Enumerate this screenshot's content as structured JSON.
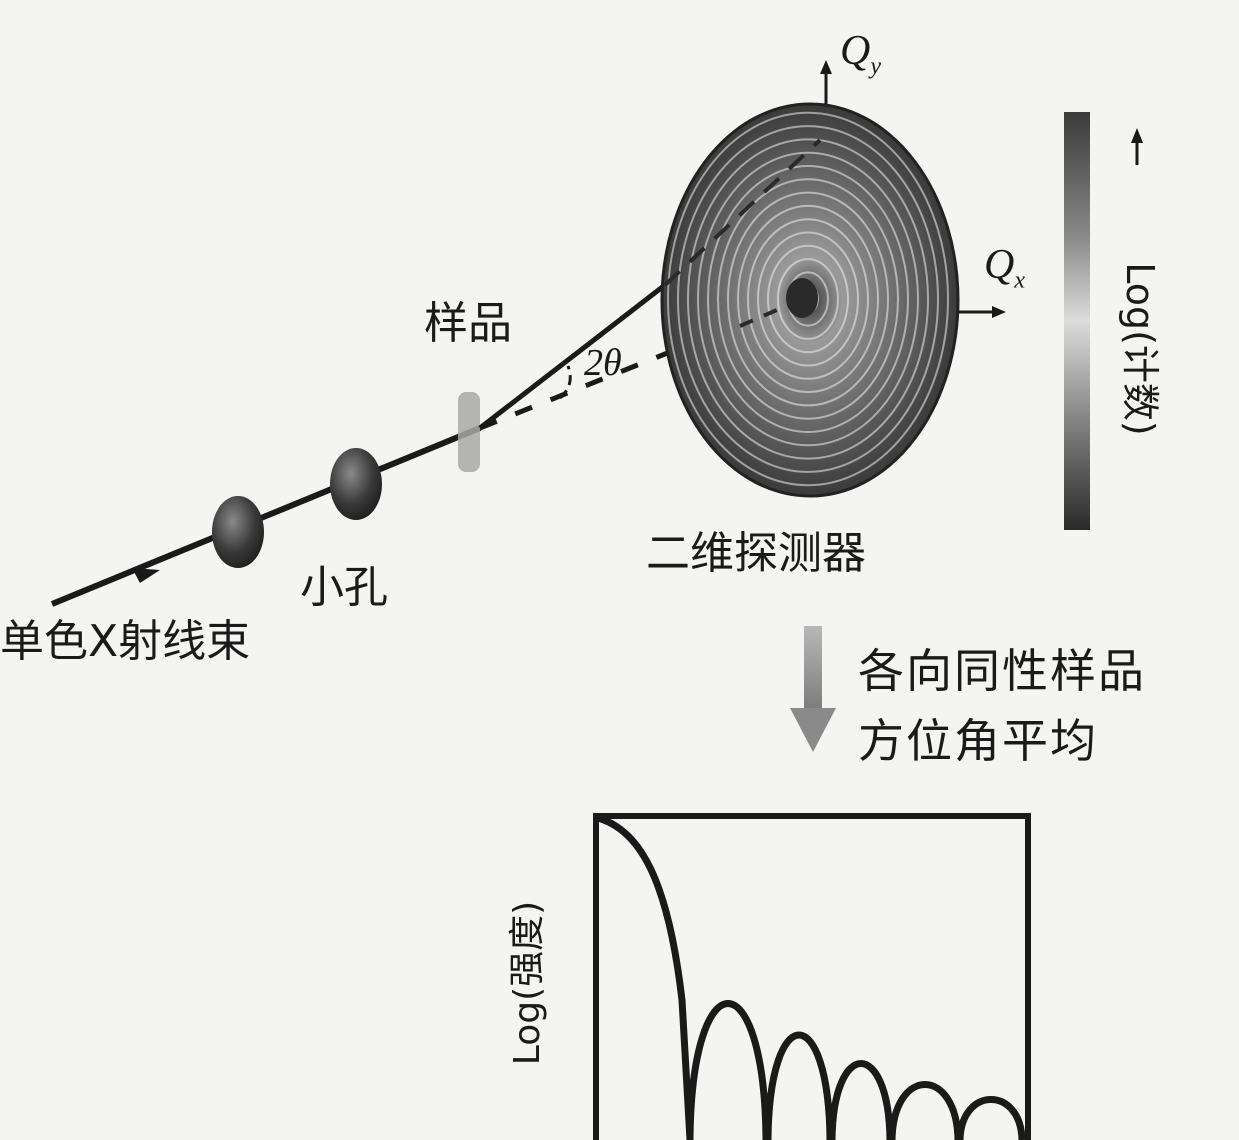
{
  "labels": {
    "beam": "单色X射线束",
    "pinhole": "小孔",
    "sample": "样品",
    "angle": "2θ",
    "detector": "二维探测器",
    "qx": "Q",
    "qx_sub": "x",
    "qy": "Q",
    "qy_sub": "y",
    "colorbar": "Log(计数)",
    "step_line1": "各向同性样品",
    "step_line2": "方位角平均",
    "plot_ylabel": "Log(强度)"
  },
  "colors": {
    "ink": "#1a1a1a",
    "background": "#f4f4f2",
    "arrow": "#9a9a9a",
    "colorbar_top": "#3a3a3a",
    "colorbar_mid": "#d8d8d8",
    "colorbar_bottom": "#2a2a2a"
  },
  "icons": {
    "beam_arrow": "arrow-right-icon",
    "down_arrow": "arrow-down-icon"
  }
}
